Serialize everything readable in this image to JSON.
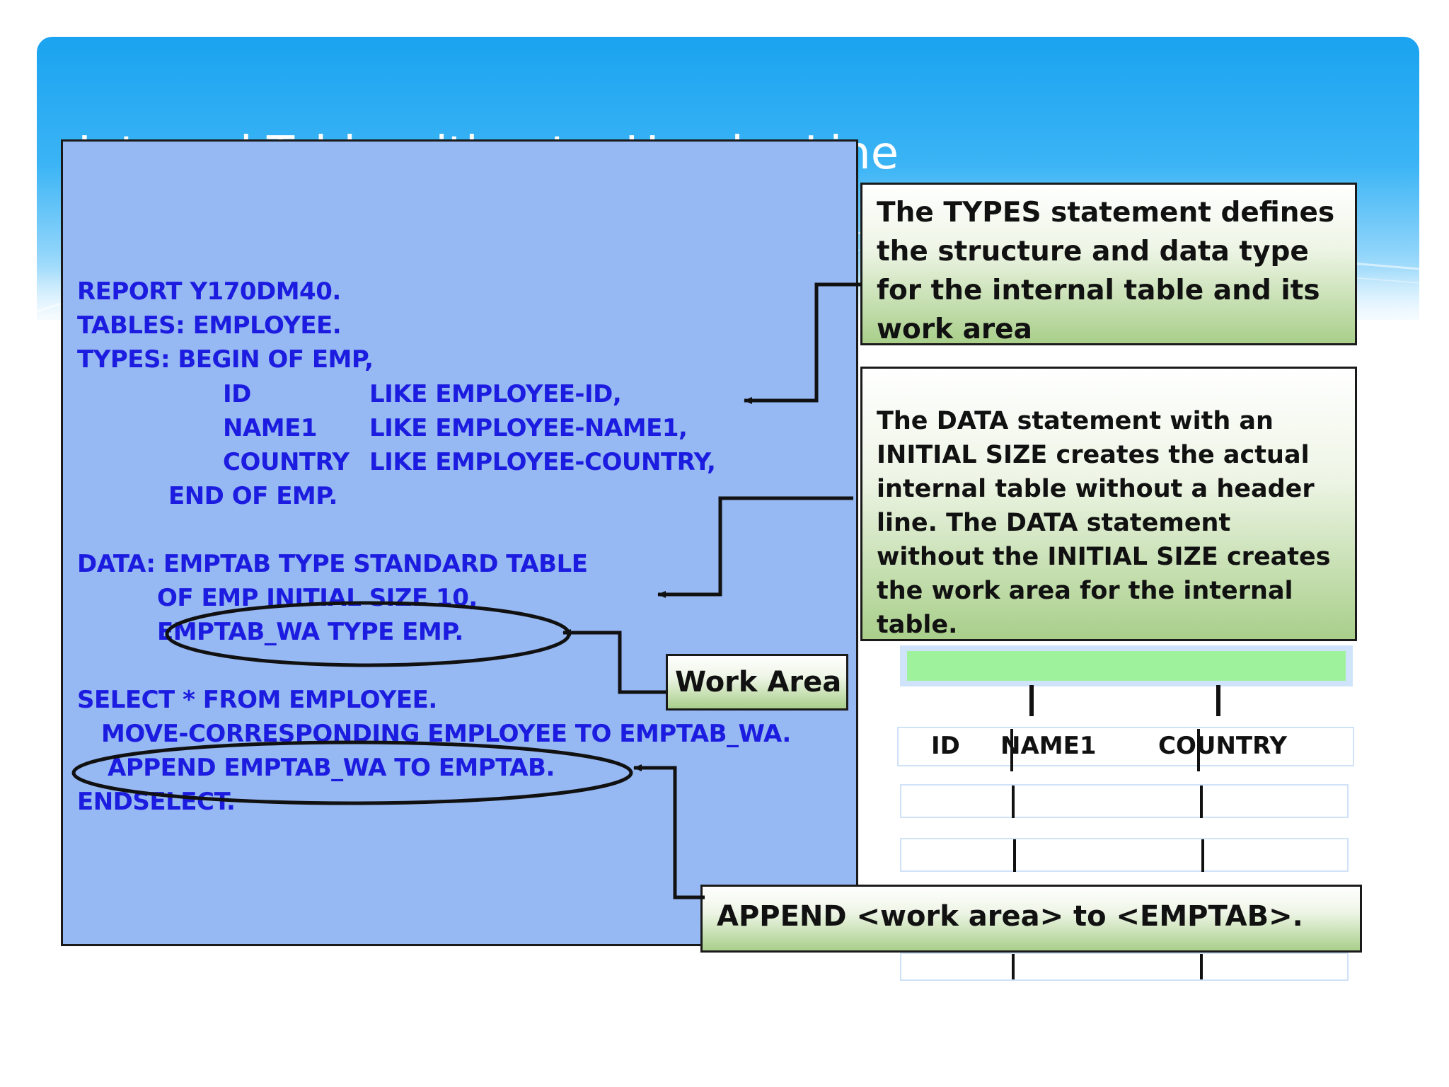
{
  "slide": {
    "title": "Internal Table without a Header Line"
  },
  "code": {
    "lines": [
      "REPORT Y170DM40.",
      "TABLES:  EMPLOYEE.",
      "TYPES:  BEGIN OF EMP,",
      "ID",
      "LIKE EMPLOYEE-ID,",
      "NAME1",
      "LIKE EMPLOYEE-NAME1,",
      "COUNTRY",
      "LIKE EMPLOYEE-COUNTRY,",
      "END OF EMP.",
      "DATA:  EMPTAB TYPE STANDARD TABLE",
      "OF EMP INITIAL SIZE 10,",
      "EMPTAB_WA TYPE EMP.",
      "SELECT * FROM EMPLOYEE.",
      "MOVE-CORRESPONDING EMPLOYEE TO EMPTAB_WA.",
      "APPEND EMPTAB_WA TO EMPTAB.",
      "ENDSELECT."
    ]
  },
  "callouts": {
    "types": "The TYPES statement defines the structure and data type for the internal table and its work area",
    "data": "The DATA statement with an INITIAL SIZE creates the actual internal table without a header line.  The DATA statement without the INITIAL SIZE creates the work area for the internal table.",
    "work_area": "Work Area",
    "append": "APPEND <work area> to <EMPTAB>."
  },
  "table": {
    "columns": [
      "ID",
      "NAME1",
      "COUNTRY"
    ]
  },
  "colors": {
    "code_text": "#1c1ce0",
    "code_panel": "#96b8f3",
    "header_line_fill": "#9ff29c"
  }
}
